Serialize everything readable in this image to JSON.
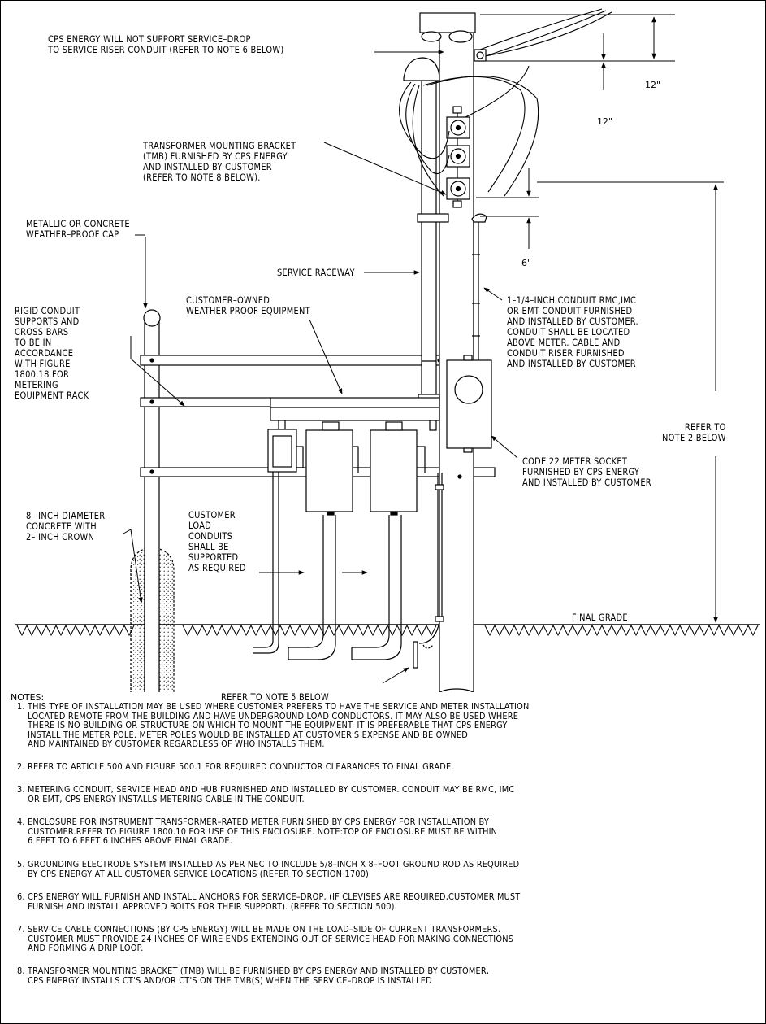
{
  "labels": {
    "service_drop": "CPS ENERGY WILL NOT SUPPORT SERVICE–DROP\nTO SERVICE RISER CONDUIT (REFER TO NOTE 6 BELOW)",
    "tmb": "TRANSFORMER MOUNTING BRACKET\n(TMB) FURNISHED BY CPS ENERGY\nAND INSTALLED BY CUSTOMER\n(REFER TO NOTE 8 BELOW).",
    "cap": "METALLIC OR CONCRETE\nWEATHER–PROOF CAP",
    "raceway": "SERVICE RACEWAY",
    "customer_equipment": "CUSTOMER–OWNED\nWEATHER PROOF EQUIPMENT",
    "rigid_conduit": "RIGID CONDUIT\nSUPPORTS AND\nCROSS BARS\nTO BE IN\nACCORDANCE\nWITH FIGURE\n1800.18 FOR\nMETERING\nEQUIPMENT RACK",
    "conduit_14": "1–1/4–INCH CONDUIT RMC,IMC\nOR EMT CONDUIT FURNISHED\nAND INSTALLED BY CUSTOMER.\nCONDUIT SHALL BE LOCATED\nABOVE METER. CABLE AND\nCONDUIT RISER FURNISHED\nAND INSTALLED BY CUSTOMER",
    "refer_note2": "REFER TO\nNOTE 2 BELOW",
    "meter_socket": "CODE 22 METER SOCKET\nFURNISHED BY CPS ENERGY\nAND INSTALLED BY CUSTOMER",
    "concrete": "8– INCH DIAMETER\nCONCRETE WITH\n2– INCH CROWN",
    "load_conduits": "CUSTOMER\nLOAD\nCONDUITS\nSHALL BE\nSUPPORTED\nAS REQUIRED",
    "final_grade": "FINAL GRADE",
    "refer_note5": "REFER TO NOTE 5 BELOW",
    "dim_12a": "12\"",
    "dim_12b": "12\"",
    "dim_6": "6\""
  },
  "notes": {
    "heading": "NOTES:",
    "items": [
      "1. THIS TYPE OF INSTALLATION MAY BE USED WHERE CUSTOMER PREFERS TO HAVE THE SERVICE AND METER INSTALLATION\n    LOCATED REMOTE FROM THE BUILDING AND HAVE UNDERGROUND LOAD CONDUCTORS. IT MAY ALSO BE USED WHERE\n    THERE IS NO BUILDING OR STRUCTURE ON WHICH TO MOUNT THE EQUIPMENT. IT IS PREFERABLE THAT CPS ENERGY\n    INSTALL THE METER POLE. METER POLES WOULD BE INSTALLED AT CUSTOMER'S EXPENSE AND BE OWNED\n    AND MAINTAINED BY CUSTOMER REGARDLESS OF WHO INSTALLS THEM.",
      "2. REFER TO ARTICLE 500 AND FIGURE 500.1 FOR REQUIRED CONDUCTOR CLEARANCES TO FINAL GRADE.",
      "3. METERING CONDUIT, SERVICE HEAD AND HUB FURNISHED AND INSTALLED BY CUSTOMER. CONDUIT MAY BE RMC, IMC\n    OR EMT, CPS ENERGY INSTALLS METERING CABLE IN THE CONDUIT.",
      "4. ENCLOSURE FOR INSTRUMENT TRANSFORMER–RATED METER FURNISHED BY CPS ENERGY FOR INSTALLATION BY\n    CUSTOMER.REFER TO FIGURE 1800.10 FOR USE OF THIS ENCLOSURE. NOTE:TOP OF ENCLOSURE MUST BE WITHIN\n    6 FEET TO 6 FEET 6 INCHES ABOVE FINAL GRADE.",
      "5. GROUNDING ELECTRODE SYSTEM INSTALLED AS PER NEC TO INCLUDE 5/8–INCH X 8–FOOT GROUND ROD AS REQUIRED\n    BY CPS ENERGY AT ALL CUSTOMER SERVICE LOCATIONS (REFER TO SECTION 1700)",
      "6. CPS ENERGY WILL FURNISH AND INSTALL ANCHORS FOR SERVICE–DROP, (IF CLEVISES ARE REQUIRED,CUSTOMER MUST\n    FURNISH AND INSTALL APPROVED BOLTS FOR THEIR SUPPORT). (REFER TO SECTION 500).",
      "7. SERVICE CABLE CONNECTIONS (BY CPS ENERGY) WILL BE MADE ON THE LOAD–SIDE OF CURRENT TRANSFORMERS.\n    CUSTOMER MUST PROVIDE 24 INCHES OF WIRE ENDS EXTENDING OUT OF SERVICE HEAD FOR MAKING CONNECTIONS\n    AND FORMING A DRIP LOOP.",
      "8. TRANSFORMER MOUNTING BRACKET (TMB) WILL BE FURNISHED BY CPS ENERGY AND INSTALLED BY CUSTOMER,\n    CPS ENERGY INSTALLS CT'S AND/OR CT'S ON THE TMB(S) WHEN THE SERVICE–DROP IS INSTALLED"
    ]
  }
}
